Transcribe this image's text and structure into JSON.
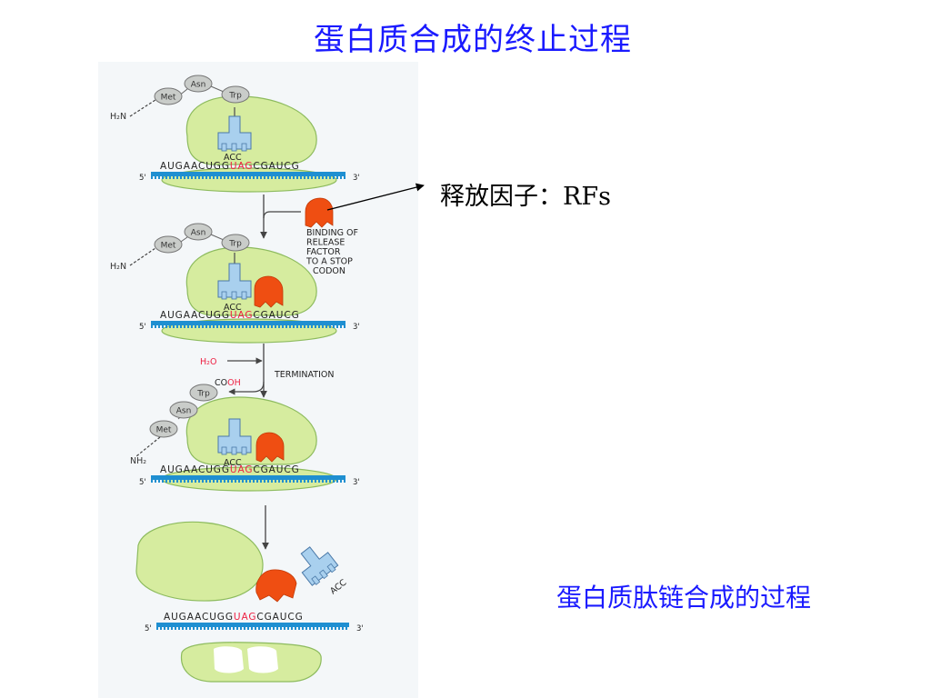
{
  "title": "蛋白质合成的终止过程",
  "annotation_label": "释放因子：RFs",
  "caption": "蛋白质肽链合成的过程",
  "colors": {
    "title": "#1a1aff",
    "panel_bg": "#f4f7f9",
    "ribosome": "#d6ec9f",
    "mrna": "#1f8fd1",
    "trna": "#a9d0ee",
    "release_factor": "#ef4e12",
    "stop_codon": "#ee2244",
    "amino_acid": "#c9ccc9"
  },
  "figure": {
    "panels": [
      {
        "amino_acids": [
          "Asn",
          "Met",
          "Trp"
        ],
        "terminus": "H₂N",
        "anticodon": "ACC",
        "mrna": {
          "pre": "AUGAACUGG",
          "stop": "UAG",
          "post": "CGAUCG",
          "five_prime": "5'",
          "three_prime": "3'"
        }
      },
      {
        "amino_acids": [
          "Asn",
          "Met",
          "Trp"
        ],
        "terminus": "H₂N",
        "anticodon": "ACC",
        "mrna": {
          "pre": "AUGAACUGG",
          "stop": "UAG",
          "post": "CGAUCG",
          "five_prime": "5'",
          "three_prime": "3'"
        }
      },
      {
        "amino_acids": [
          "Trp",
          "Asn",
          "Met"
        ],
        "terminus": "NH₂",
        "anticodon": "ACC",
        "mrna": {
          "pre": "AUGAACUGG",
          "stop": "UAG",
          "post": "CGAUCG",
          "five_prime": "5'",
          "three_prime": "3'"
        }
      },
      {
        "anticodon": "ACC",
        "mrna": {
          "pre": "AUGAACUGG",
          "stop": "UAG",
          "post": "CGAUCG",
          "five_prime": "5'",
          "three_prime": "3'"
        }
      }
    ],
    "step1_label": [
      "BINDING OF",
      "RELEASE",
      "FACTOR",
      "TO A STOP",
      "CODON"
    ],
    "step2_label": "TERMINATION",
    "water": "H₂O",
    "carboxyl": {
      "co": "CO",
      "oh": "OH"
    }
  }
}
